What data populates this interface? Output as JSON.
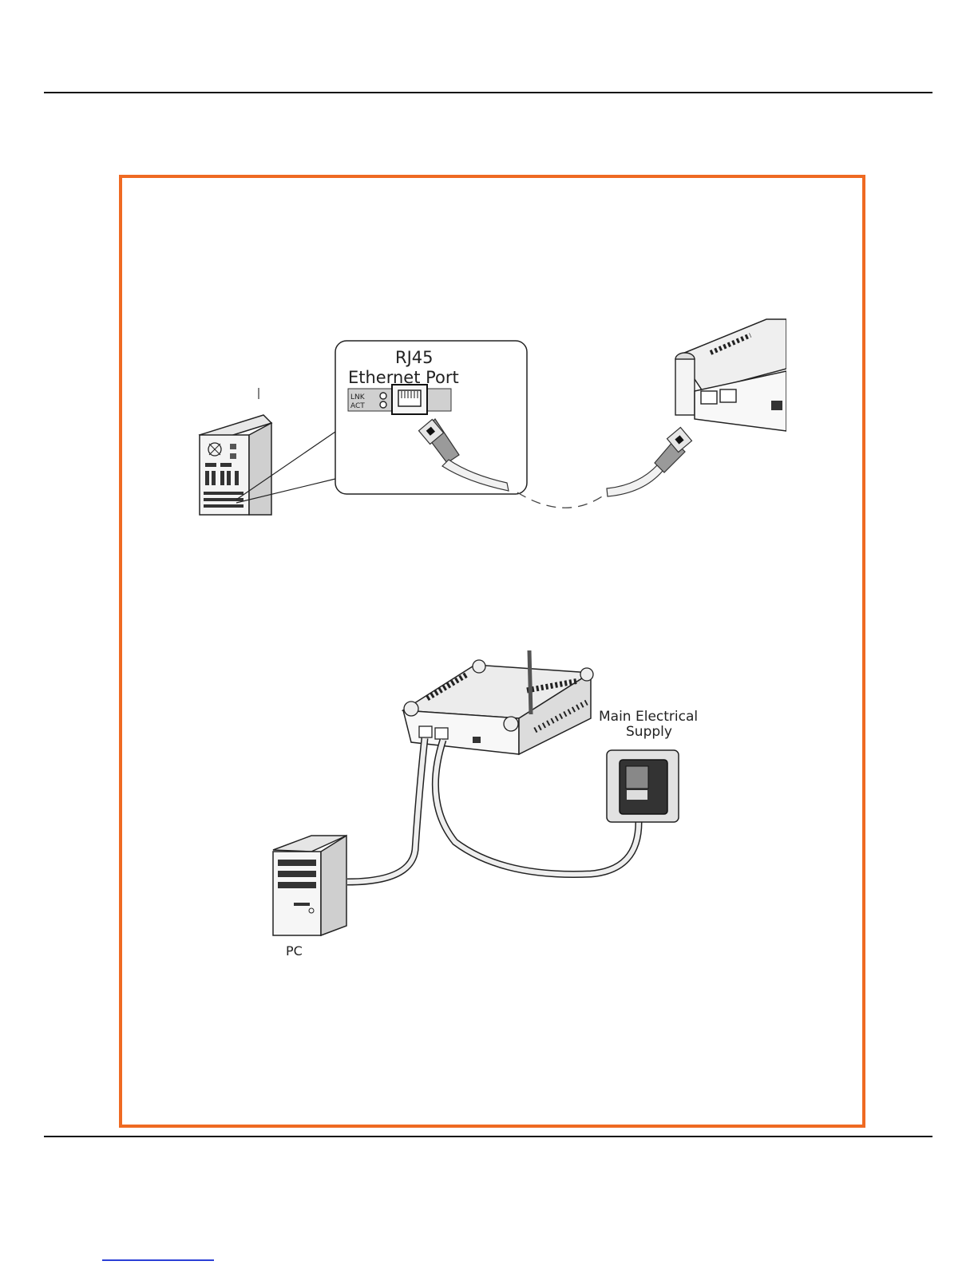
{
  "figure1": {
    "callout_title_line1": "RJ45",
    "callout_title_line2": "Ethernet Port",
    "led_lnk": "LNK",
    "led_act": "ACT"
  },
  "figure2": {
    "supply_label_line1": "Main Electrical",
    "supply_label_line2": "Supply",
    "pc_label": "PC"
  },
  "colors": {
    "frame_border": "#ef6a22",
    "rule": "#111111",
    "link_underline": "#2b3fd6"
  }
}
